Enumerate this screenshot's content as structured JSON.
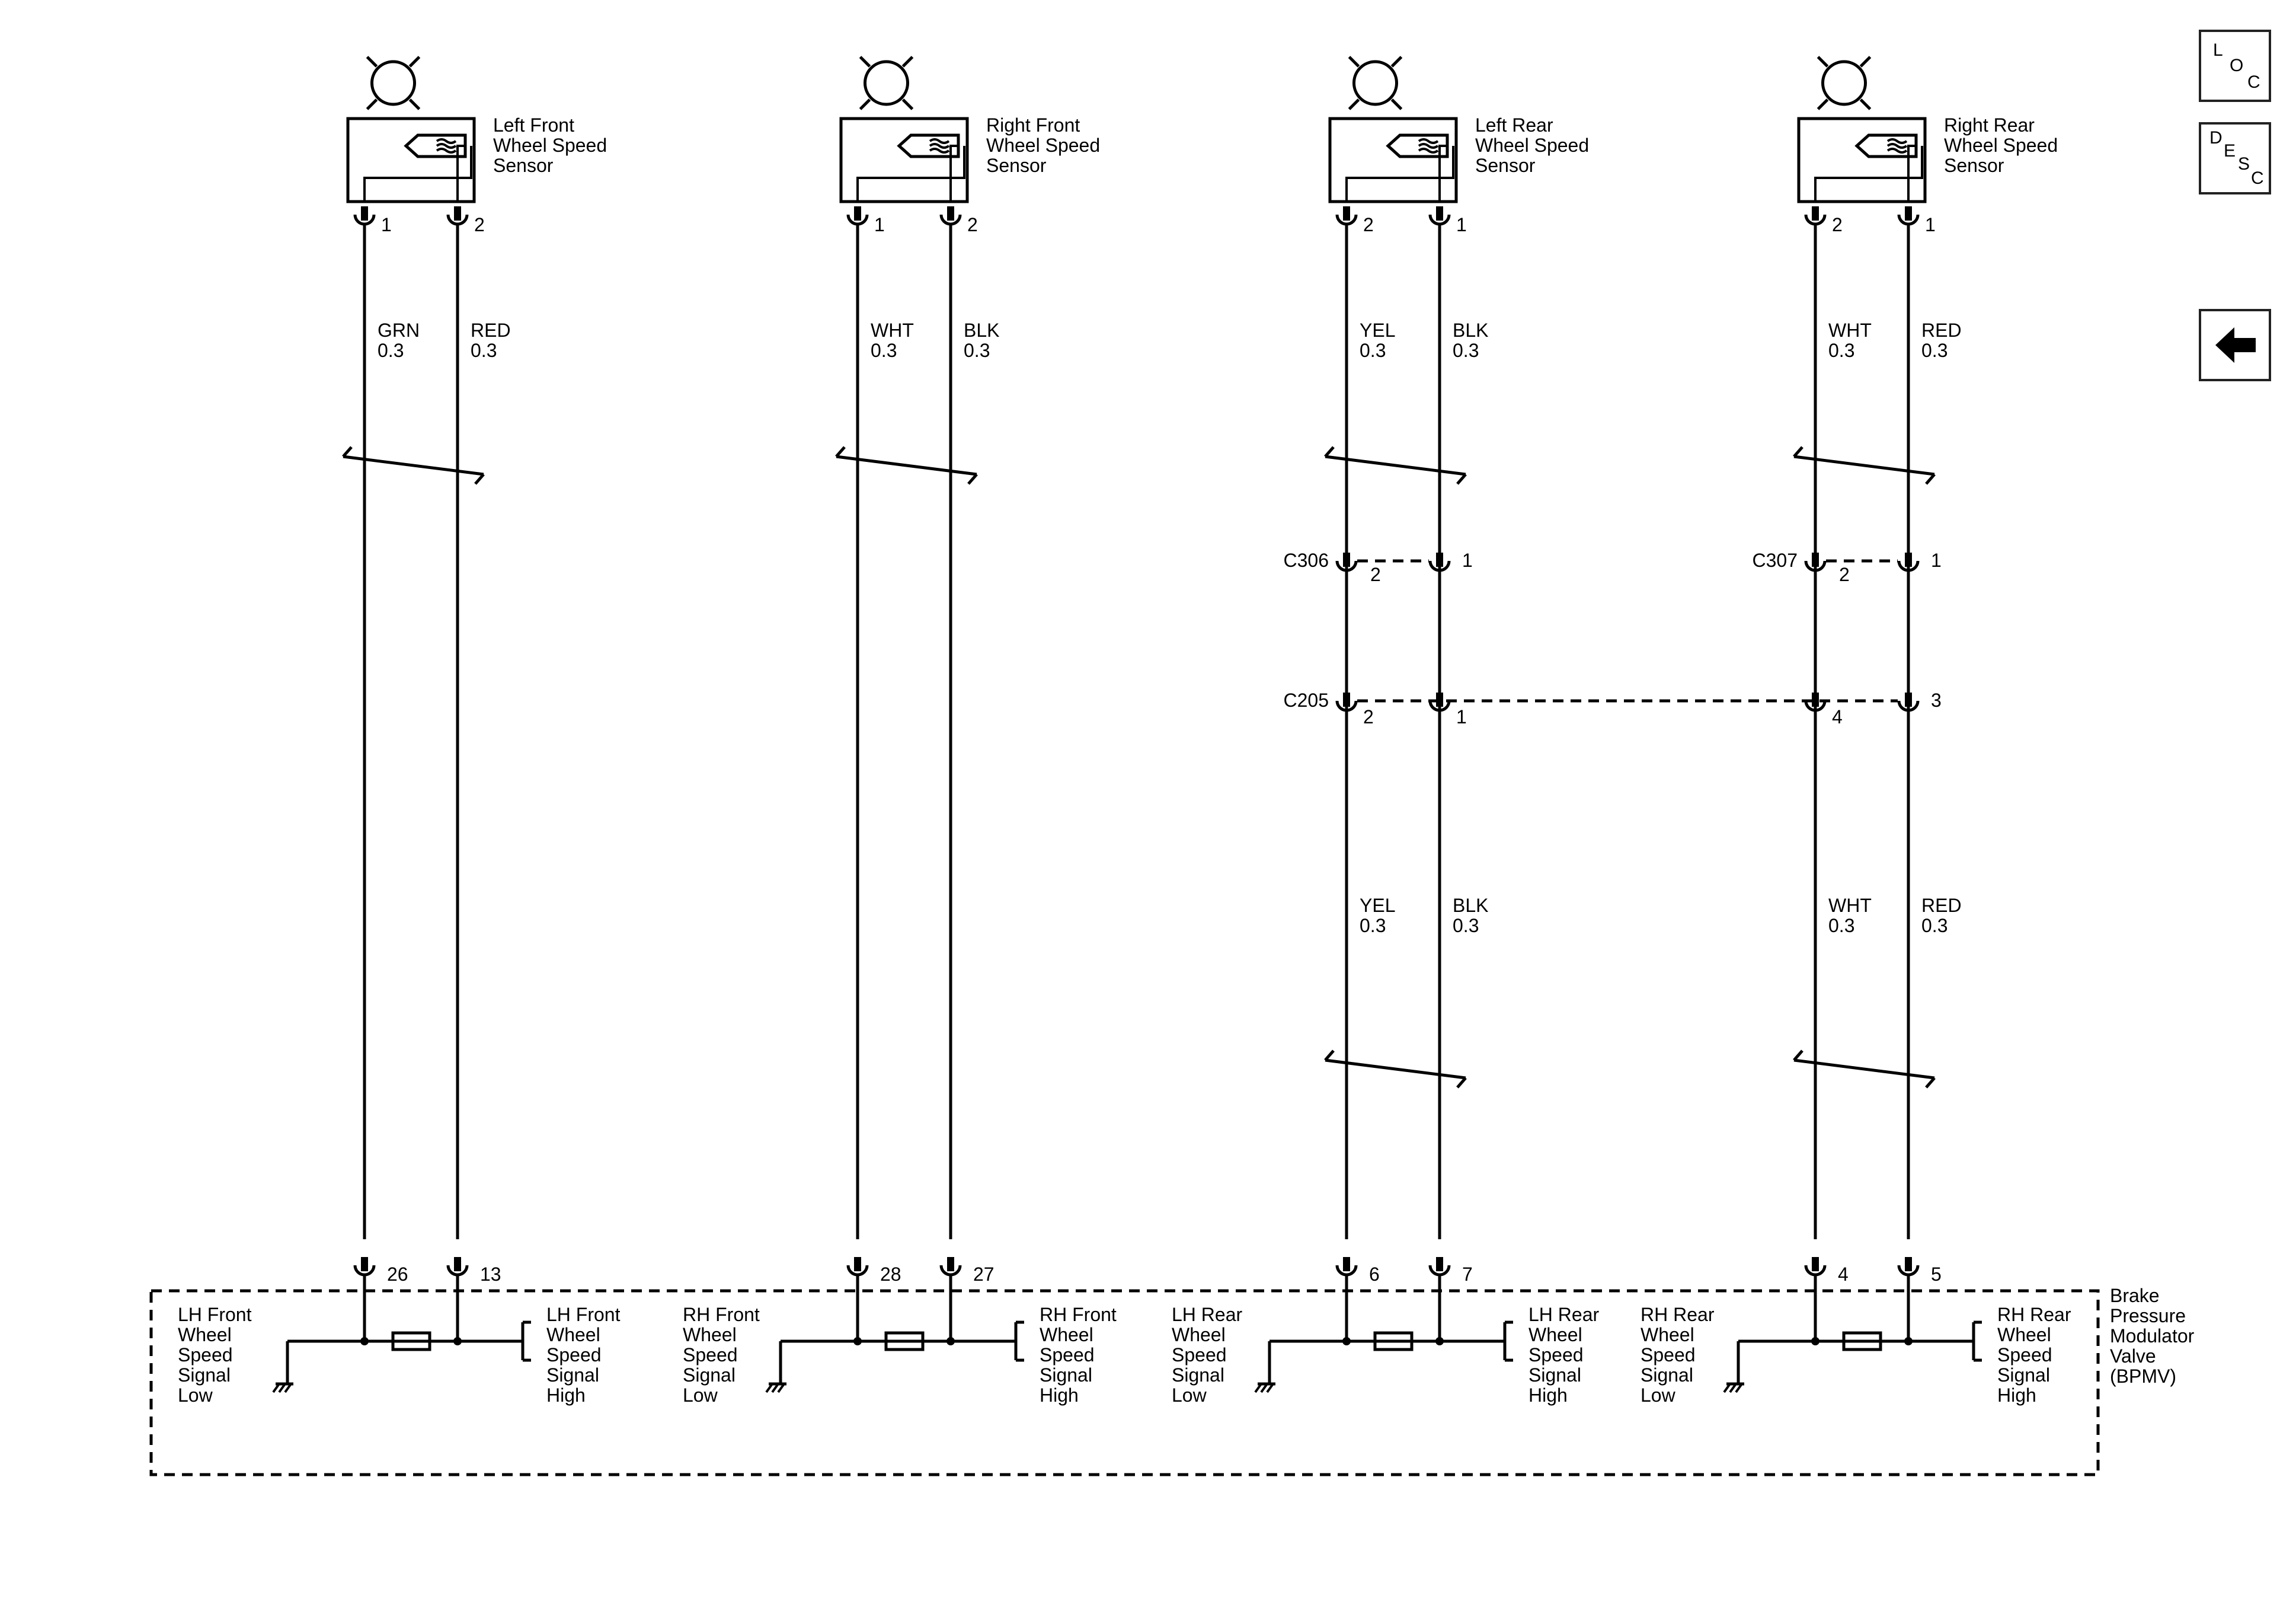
{
  "sensors": [
    {
      "name": [
        "Left Front",
        "Wheel Speed",
        "Sensor"
      ],
      "pins": [
        "1",
        "2"
      ],
      "wires_top": [
        [
          "GRN",
          "0.3"
        ],
        [
          "RED",
          "0.3"
        ]
      ],
      "module_pins": [
        "26",
        "13"
      ]
    },
    {
      "name": [
        "Right Front",
        "Wheel Speed",
        "Sensor"
      ],
      "pins": [
        "1",
        "2"
      ],
      "wires_top": [
        [
          "WHT",
          "0.3"
        ],
        [
          "BLK",
          "0.3"
        ]
      ],
      "module_pins": [
        "28",
        "27"
      ]
    },
    {
      "name": [
        "Left Rear",
        "Wheel Speed",
        "Sensor"
      ],
      "pins": [
        "2",
        "1"
      ],
      "wires_top": [
        [
          "YEL",
          "0.3"
        ],
        [
          "BLK",
          "0.3"
        ]
      ],
      "wires_bottom": [
        [
          "YEL",
          "0.3"
        ],
        [
          "BLK",
          "0.3"
        ]
      ],
      "module_pins": [
        "6",
        "7"
      ]
    },
    {
      "name": [
        "Right Rear",
        "Wheel Speed",
        "Sensor"
      ],
      "pins": [
        "2",
        "1"
      ],
      "wires_top": [
        [
          "WHT",
          "0.3"
        ],
        [
          "RED",
          "0.3"
        ]
      ],
      "wires_bottom": [
        [
          "WHT",
          "0.3"
        ],
        [
          "RED",
          "0.3"
        ]
      ],
      "module_pins": [
        "4",
        "5"
      ]
    }
  ],
  "connectors": {
    "c306": {
      "name": "C306",
      "pins": [
        "2",
        "1"
      ]
    },
    "c307": {
      "name": "C307",
      "pins": [
        "2",
        "1"
      ]
    },
    "c205": {
      "name": "C205",
      "pins": [
        "2",
        "1",
        "4",
        "3"
      ]
    }
  },
  "module": {
    "name": [
      "Brake",
      "Pressure",
      "Modulator",
      "Valve",
      "(BPMV)"
    ],
    "signals": [
      {
        "low": [
          "LH Front",
          "Wheel",
          "Speed",
          "Signal",
          "Low"
        ],
        "high": [
          "LH Front",
          "Wheel",
          "Speed",
          "Signal",
          "High"
        ]
      },
      {
        "low": [
          "RH Front",
          "Wheel",
          "Speed",
          "Signal",
          "Low"
        ],
        "high": [
          "RH Front",
          "Wheel",
          "Speed",
          "Signal",
          "High"
        ]
      },
      {
        "low": [
          "LH Rear",
          "Wheel",
          "Speed",
          "Signal",
          "Low"
        ],
        "high": [
          "LH Rear",
          "Wheel",
          "Speed",
          "Signal",
          "High"
        ]
      },
      {
        "low": [
          "RH Rear",
          "Wheel",
          "Speed",
          "Signal",
          "Low"
        ],
        "high": [
          "RH Rear",
          "Wheel",
          "Speed",
          "Signal",
          "High"
        ]
      }
    ]
  },
  "nav": {
    "loc": [
      "L",
      "O",
      "C"
    ],
    "desc": [
      "D",
      "E",
      "S",
      "C"
    ],
    "back_icon": "left-arrow-icon"
  }
}
